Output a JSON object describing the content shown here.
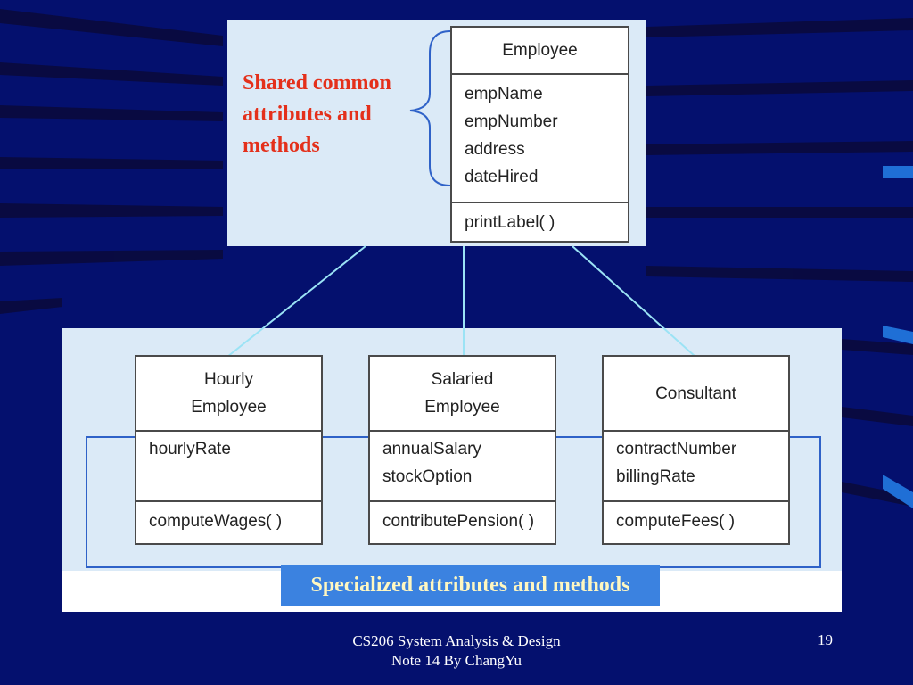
{
  "slide": {
    "shared_label": [
      "Shared common",
      "attributes and",
      "methods"
    ],
    "specialized_label": "Specialized attributes and methods",
    "footer_lines": [
      "CS206 System Analysis & Design",
      "Note 14 By ChangYu"
    ],
    "page_number": "19"
  },
  "classes": {
    "employee": {
      "name": [
        "Employee"
      ],
      "attributes": [
        "empName",
        "empNumber",
        "address",
        "dateHired"
      ],
      "methods": [
        "printLabel( )"
      ]
    },
    "hourly": {
      "name": [
        "Hourly",
        "Employee"
      ],
      "attributes": [
        "hourlyRate"
      ],
      "methods": [
        "computeWages( )"
      ]
    },
    "salaried": {
      "name": [
        "Salaried",
        "Employee"
      ],
      "attributes": [
        "annualSalary",
        "stockOption"
      ],
      "methods": [
        "contributePension( )"
      ]
    },
    "consultant": {
      "name": [
        "Consultant"
      ],
      "attributes": [
        "contractNumber",
        "billingRate"
      ],
      "methods": [
        "computeFees( )"
      ]
    }
  },
  "colors": {
    "background": "#04106e",
    "panel": "#dbeaf7",
    "highlight_red": "#e4301b",
    "spec_box": "#3b82e0",
    "spec_text": "#fff7c0",
    "connector": "#9be3f5",
    "bracket": "#2f62c8"
  }
}
